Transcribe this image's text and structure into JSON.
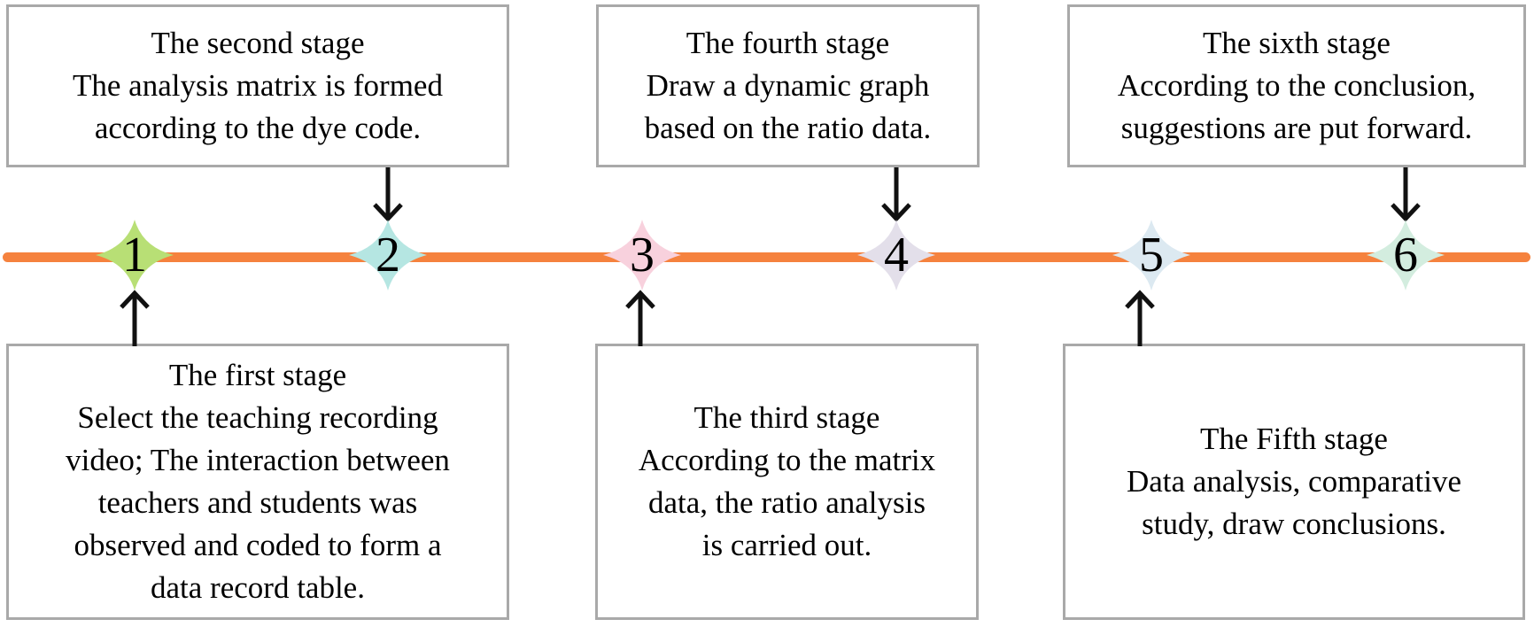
{
  "diagram": {
    "line_color": "#F5823E",
    "box_border_color": "#A9A9A9",
    "stages": [
      {
        "number": "1",
        "marker_color": "#B8DF75",
        "side": "below",
        "text": "The first stage\nSelect the teaching recording\nvideo; The interaction between\nteachers and students was\nobserved and coded to form a\ndata record table."
      },
      {
        "number": "2",
        "marker_color": "#B5E6E2",
        "side": "above",
        "text": "The second stage\nThe analysis matrix is formed\naccording to the dye code."
      },
      {
        "number": "3",
        "marker_color": "#F8D1DD",
        "side": "below",
        "text": "The third stage\nAccording to the matrix\ndata, the ratio analysis\nis carried out."
      },
      {
        "number": "4",
        "marker_color": "#E3DFEA",
        "side": "above",
        "text": "The fourth stage\nDraw a dynamic graph\nbased on the ratio data."
      },
      {
        "number": "5",
        "marker_color": "#DCE9F1",
        "side": "below",
        "text": "The Fifth stage\nData analysis, comparative\nstudy, draw conclusions."
      },
      {
        "number": "6",
        "marker_color": "#D3EDDF",
        "side": "above",
        "text": "The sixth stage\nAccording to the conclusion,\nsuggestions are put forward."
      }
    ]
  }
}
